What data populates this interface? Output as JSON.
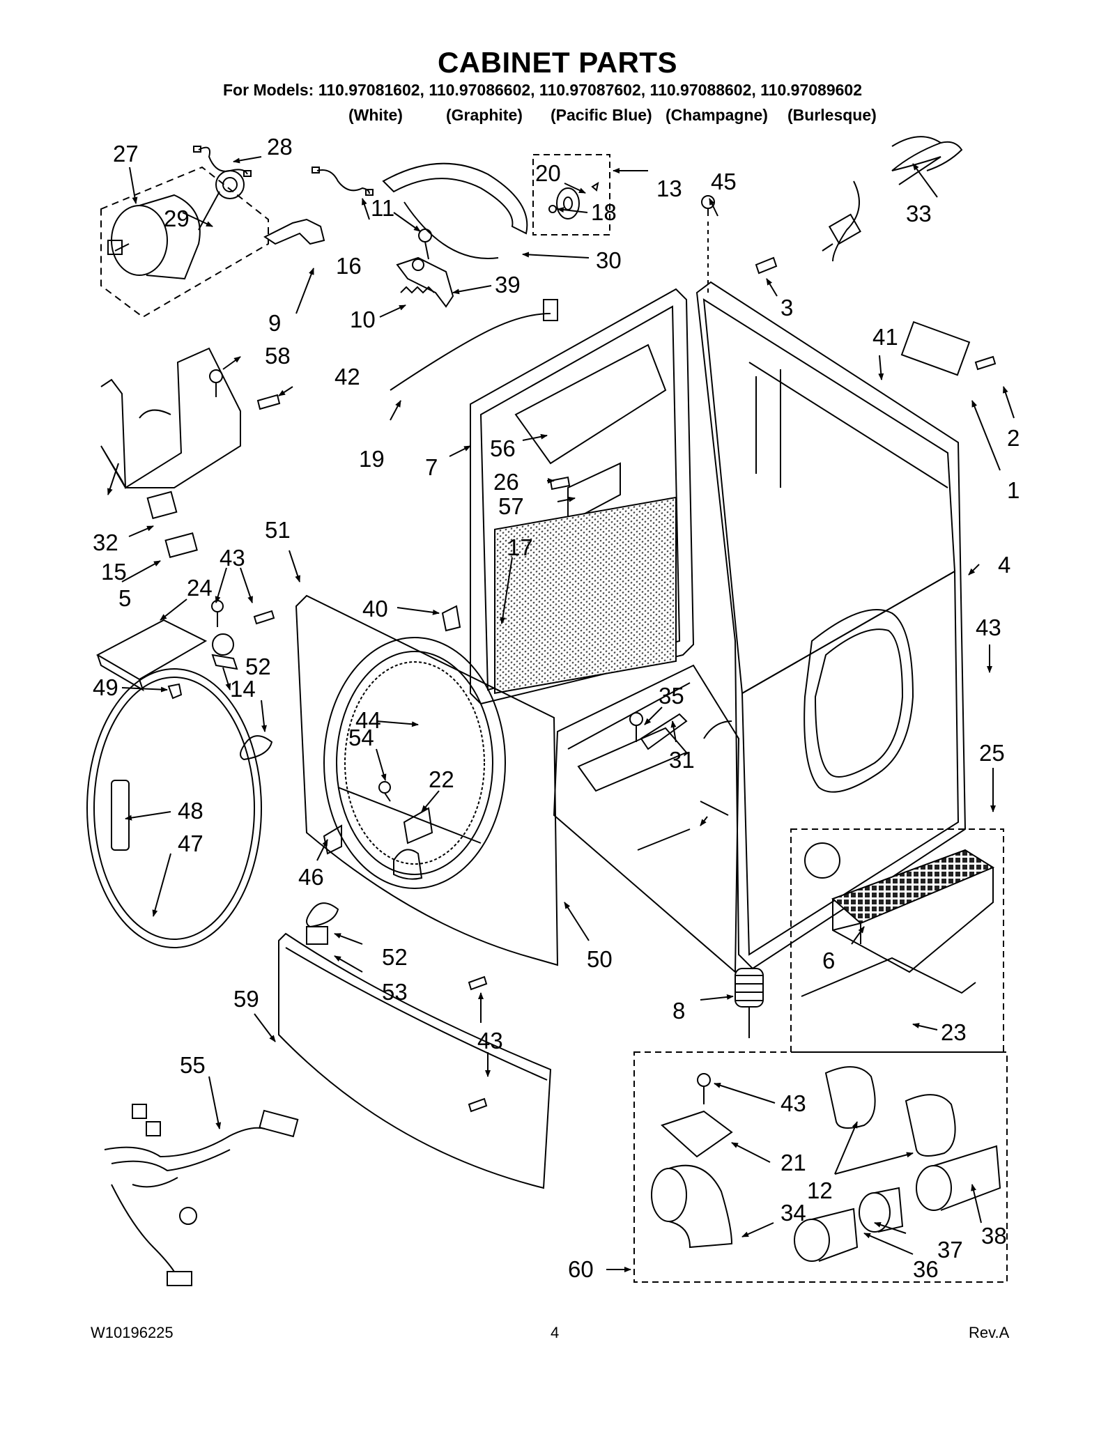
{
  "header": {
    "title": "CABINET PARTS",
    "models_line": "For Models: 110.97081602, 110.97086602, 110.97087602, 110.97088602, 110.97089602",
    "colors": [
      "(White)",
      "(Graphite)",
      "(Pacific Blue)",
      "(Champagne)",
      "(Burlesque)"
    ]
  },
  "callouts": [
    "1",
    "2",
    "3",
    "4",
    "5",
    "6",
    "7",
    "8",
    "9",
    "10",
    "11",
    "12",
    "13",
    "14",
    "15",
    "16",
    "17",
    "18",
    "19",
    "20",
    "21",
    "22",
    "23",
    "24",
    "25",
    "26",
    "27",
    "28",
    "29",
    "30",
    "31",
    "32",
    "33",
    "34",
    "35",
    "36",
    "37",
    "38",
    "39",
    "40",
    "41",
    "42",
    "43",
    "44",
    "45",
    "46",
    "47",
    "48",
    "49",
    "50",
    "51",
    "52",
    "53",
    "54",
    "55",
    "56",
    "57",
    "58",
    "59",
    "60"
  ],
  "footer": {
    "doc_number": "W10196225",
    "page_number": "4",
    "revision": "Rev.A"
  }
}
